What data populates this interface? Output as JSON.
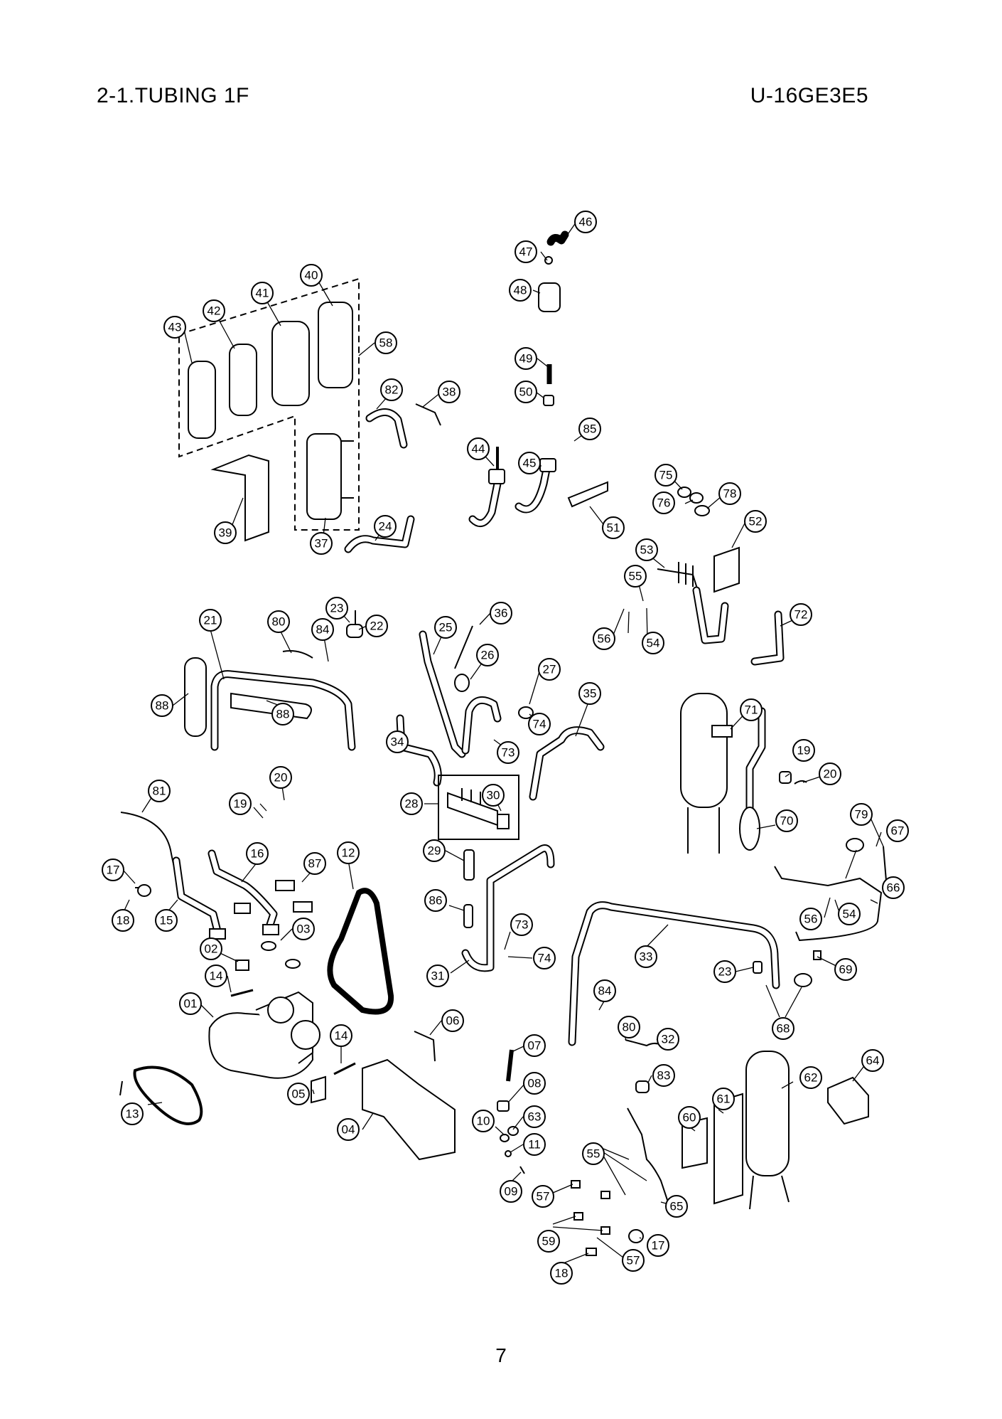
{
  "header": {
    "section_title": "2-1.TUBING 1F",
    "model": "U-16GE3E5"
  },
  "page_number": "7",
  "callouts": [
    "01",
    "02",
    "03",
    "04",
    "05",
    "06",
    "07",
    "08",
    "09",
    "10",
    "11",
    "12",
    "13",
    "14",
    "14",
    "15",
    "16",
    "17",
    "17",
    "18",
    "18",
    "19",
    "19",
    "20",
    "20",
    "21",
    "22",
    "23",
    "23",
    "24",
    "25",
    "26",
    "27",
    "28",
    "29",
    "30",
    "31",
    "32",
    "33",
    "34",
    "35",
    "36",
    "37",
    "38",
    "39",
    "40",
    "41",
    "42",
    "43",
    "44",
    "45",
    "46",
    "47",
    "48",
    "49",
    "50",
    "51",
    "52",
    "53",
    "54",
    "54",
    "55",
    "55",
    "56",
    "56",
    "57",
    "57",
    "58",
    "59",
    "60",
    "61",
    "62",
    "63",
    "64",
    "65",
    "66",
    "67",
    "68",
    "69",
    "70",
    "71",
    "72",
    "73",
    "73",
    "74",
    "74",
    "75",
    "76",
    "78",
    "79",
    "80",
    "80",
    "81",
    "82",
    "83",
    "84",
    "84",
    "85",
    "86",
    "87",
    "88",
    "88"
  ]
}
